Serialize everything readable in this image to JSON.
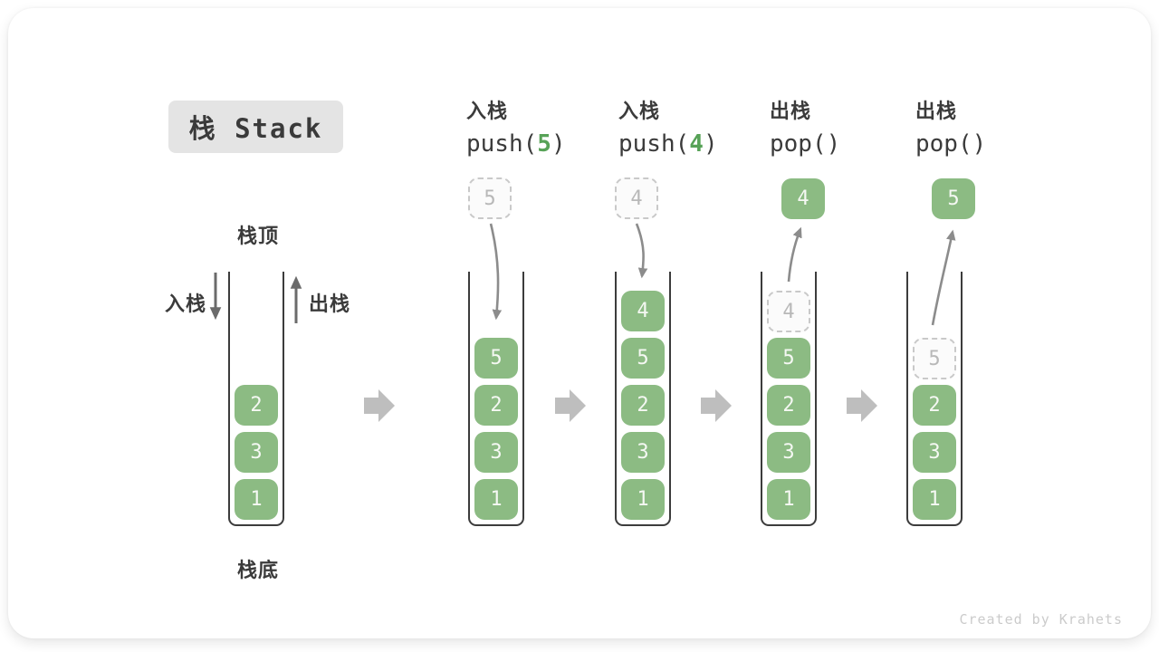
{
  "title_badge": {
    "label": "栈 Stack"
  },
  "left_figure": {
    "top_label": "栈顶",
    "bottom_label": "栈底",
    "push_label": "入栈",
    "pop_label": "出栈"
  },
  "operations": [
    {
      "name": "入栈",
      "code_prefix": "push(",
      "code_arg": "5",
      "code_suffix": ")"
    },
    {
      "name": "入栈",
      "code_prefix": "push(",
      "code_arg": "4",
      "code_suffix": ")"
    },
    {
      "name": "出栈",
      "code_prefix": "pop()",
      "code_arg": "",
      "code_suffix": ""
    },
    {
      "name": "出栈",
      "code_prefix": "pop()",
      "code_arg": "",
      "code_suffix": ""
    }
  ],
  "stacks": [
    {
      "items": [
        "2",
        "3",
        "1"
      ]
    },
    {
      "floating": "5",
      "floating_style": "dashed",
      "items": [
        "5",
        "2",
        "3",
        "1"
      ]
    },
    {
      "floating": "4",
      "floating_style": "dashed",
      "items": [
        "4",
        "5",
        "2",
        "3",
        "1"
      ]
    },
    {
      "floating": "4",
      "floating_style": "solid",
      "ghost_top": true,
      "items": [
        "4",
        "5",
        "2",
        "3",
        "1"
      ]
    },
    {
      "floating": "5",
      "floating_style": "solid",
      "ghost_top": true,
      "items": [
        "5",
        "2",
        "3",
        "1"
      ]
    }
  ],
  "colors": {
    "item_green": "#8cbb83",
    "code_arg_green": "#57a257",
    "ghost_gray": "#c9c9c9",
    "transfer_arrow": "#8c8c8c",
    "flow_arrow": "#bebebe",
    "text_dark": "#3b3b3b",
    "badge_bg": "#e4e4e4"
  },
  "watermark": "Created by Krahets"
}
